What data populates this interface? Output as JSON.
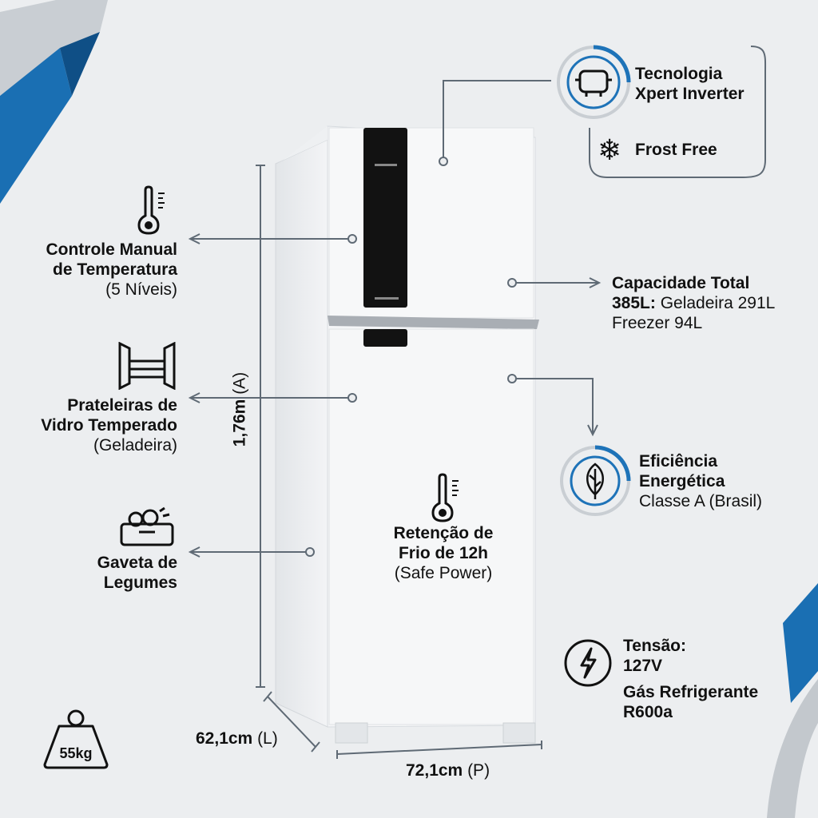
{
  "features": {
    "tecnologia": {
      "line1": "Tecnologia",
      "line2": "Xpert Inverter",
      "icon": "compressor-icon"
    },
    "frost_free": {
      "label": "Frost Free",
      "icon": "snowflake-icon"
    },
    "controle": {
      "line1": "Controle Manual",
      "line2": "de Temperatura",
      "line3": "(5 Níveis)",
      "icon": "thermometer-icon"
    },
    "prateleiras": {
      "line1": "Prateleiras de",
      "line2": "Vidro Temperado",
      "line3": "(Geladeira)",
      "icon": "shelves-icon"
    },
    "gaveta": {
      "line1": "Gaveta de",
      "line2": "Legumes",
      "icon": "vegetable-drawer-icon"
    },
    "capacidade": {
      "line1": "Capacidade Total",
      "line2_bold": "385L:",
      "line2_rest": " Geladeira 291L",
      "line3": "Freezer 94L"
    },
    "eficiencia": {
      "line1": "Eficiência",
      "line2": "Energética",
      "line3": "Classe A (Brasil)",
      "icon": "leaf-icon"
    },
    "retencao": {
      "line1": "Retenção de",
      "line2": "Frio de 12h",
      "line3": "(Safe Power)",
      "icon": "thermometer-icon"
    },
    "tensao": {
      "label": "Tensão:",
      "value": "127V",
      "gas_label": "Gás Refrigerante",
      "gas_value": "R600a",
      "icon": "lightning-icon"
    }
  },
  "dimensions": {
    "height_value": "1,76m",
    "height_unit": " (A)",
    "width_value": "62,1cm",
    "width_unit": " (L)",
    "depth_value": "72,1cm",
    "depth_unit": " (P)"
  },
  "weight": {
    "label": "55kg",
    "icon": "weight-icon"
  },
  "colors": {
    "accent_blue": "#1e73b8",
    "line_gray": "#5f6a75",
    "background": "#eceef0",
    "fridge_white": "#f7f8f9",
    "panel_black": "#121212"
  }
}
